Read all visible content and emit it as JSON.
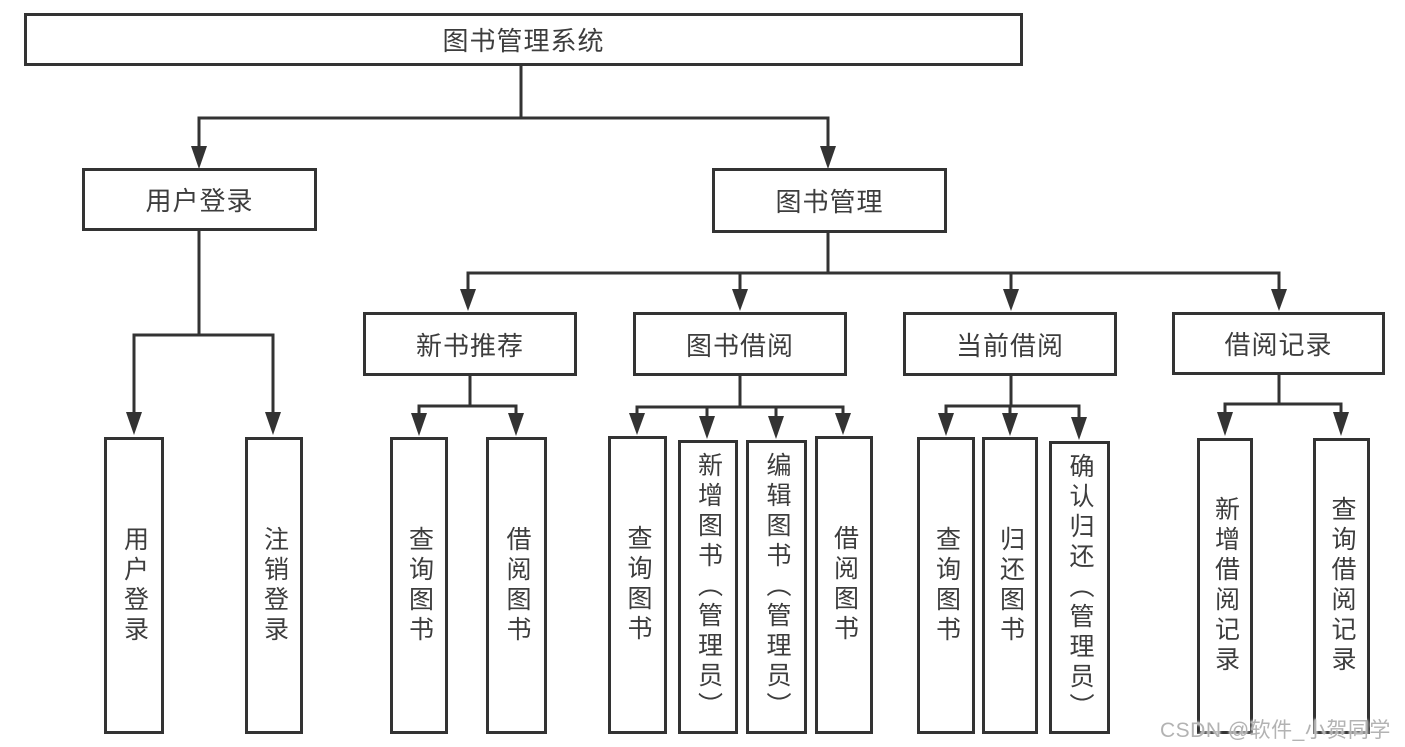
{
  "diagram": {
    "root": {
      "label": "图书管理系统"
    },
    "branches": [
      {
        "label": "用户登录",
        "children": [
          {
            "label": "用户登录"
          },
          {
            "label": "注销登录"
          }
        ]
      },
      {
        "label": "图书管理",
        "children": [
          {
            "label": "新书推荐",
            "children": [
              {
                "label": "查询图书"
              },
              {
                "label": "借阅图书"
              }
            ]
          },
          {
            "label": "图书借阅",
            "children": [
              {
                "label": "查询图书"
              },
              {
                "label": "新增图书（管理员）"
              },
              {
                "label": "编辑图书（管理员）"
              },
              {
                "label": "借阅图书"
              }
            ]
          },
          {
            "label": "当前借阅",
            "children": [
              {
                "label": "查询图书"
              },
              {
                "label": "归还图书"
              },
              {
                "label": "确认归还（管理员）"
              }
            ]
          },
          {
            "label": "借阅记录",
            "children": [
              {
                "label": "新增借阅记录"
              },
              {
                "label": "查询借阅记录"
              }
            ]
          }
        ]
      }
    ]
  },
  "watermark": {
    "text": "CSDN @软件_小贺同学"
  },
  "colors": {
    "line": "#333333",
    "box_border": "#333333",
    "text": "#3d3d3d",
    "background": "#ffffff",
    "watermark": "#b3b3b3"
  }
}
